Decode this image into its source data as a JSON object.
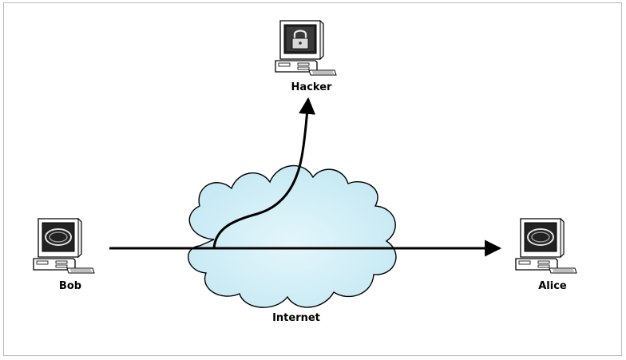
{
  "nodes": {
    "hacker": "Hacker",
    "bob": "Bob",
    "alice": "Alice"
  },
  "network": {
    "label": "Internet"
  },
  "icons": {
    "computer": "computer-icon",
    "lock": "padlock-icon",
    "screen_logo": "ellipse-logo"
  },
  "colors": {
    "cloud_fill": "#d8f1f8",
    "line": "#000000",
    "border": "#b9b9b9"
  }
}
